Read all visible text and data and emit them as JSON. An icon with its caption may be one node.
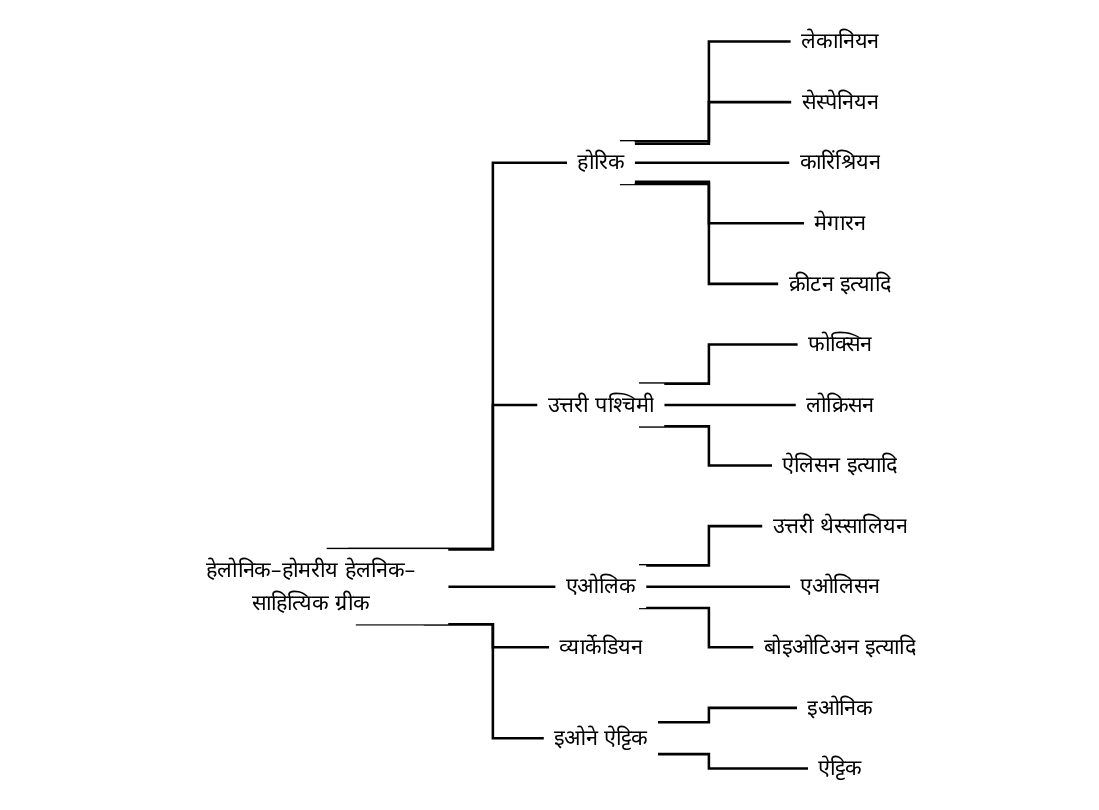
{
  "diagram": {
    "nodes": [
      {
        "text": [
          "हेलोनिक–होमरीय हेलनिक–साहित्यिक ग्रीक"
        ]
      },
      {
        "text": [
          "होरिक"
        ]
      },
      {
        "text": [
          "लेकानियन"
        ]
      },
      {
        "text": [
          "सेस्पेनियन"
        ]
      },
      {
        "text": [
          "कारिंश्रियन"
        ]
      },
      {
        "text": [
          "मेगारन"
        ]
      },
      {
        "text": [
          "क्रीटन इत्यादि"
        ]
      },
      {
        "text": [
          "उत्तरी पश्चिमी"
        ]
      },
      {
        "text": [
          "फोक्सिन"
        ]
      },
      {
        "text": [
          "लोक्रिसन"
        ]
      },
      {
        "text": [
          "ऐलिसन इत्यादि"
        ]
      },
      {
        "text": [
          "एओलिक"
        ]
      },
      {
        "text": [
          "उत्तरी थेस्सालियन"
        ]
      },
      {
        "text": [
          "एओलिसन"
        ]
      },
      {
        "text": [
          "बोइओटिअन इत्यादि"
        ]
      },
      {
        "text": [
          "व्यार्केडियन"
        ]
      },
      {
        "text": [
          "इओने ऐट्टिक"
        ]
      },
      {
        "text": [
          "इओनिक"
        ]
      },
      {
        "text": [
          "ऐट्टिक"
        ]
      }
    ],
    "edges": [
      {
        "from": 0,
        "to": 1,
        "arrow": "none"
      },
      {
        "from": 1,
        "to": 2,
        "arrow": "none"
      },
      {
        "from": 1,
        "to": 3,
        "arrow": "none"
      },
      {
        "from": 1,
        "to": 4,
        "arrow": "none"
      },
      {
        "from": 1,
        "to": 5,
        "arrow": "none"
      },
      {
        "from": 1,
        "to": 6,
        "arrow": "none"
      },
      {
        "from": 0,
        "to": 7,
        "arrow": "none"
      },
      {
        "from": 7,
        "to": 8,
        "arrow": "none"
      },
      {
        "from": 7,
        "to": 9,
        "arrow": "none"
      },
      {
        "from": 7,
        "to": 10,
        "arrow": "none"
      },
      {
        "from": 0,
        "to": 11,
        "arrow": "none"
      },
      {
        "from": 11,
        "to": 12,
        "arrow": "none"
      },
      {
        "from": 11,
        "to": 13,
        "arrow": "none"
      },
      {
        "from": 11,
        "to": 14,
        "arrow": "none"
      },
      {
        "from": 0,
        "to": 15,
        "arrow": "none"
      },
      {
        "from": 0,
        "to": 16,
        "arrow": "none"
      },
      {
        "from": 16,
        "to": 17,
        "arrow": "none"
      },
      {
        "from": 16,
        "to": 18,
        "arrow": "none"
      }
    ]
  }
}
